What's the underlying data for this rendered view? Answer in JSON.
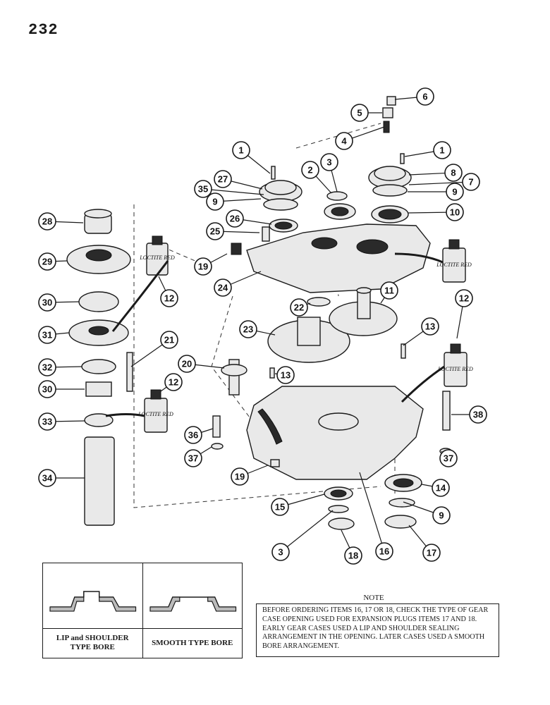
{
  "page_number": "232",
  "callouts": [
    {
      "label": "1"
    },
    {
      "label": "1"
    },
    {
      "label": "2"
    },
    {
      "label": "3"
    },
    {
      "label": "3"
    },
    {
      "label": "4"
    },
    {
      "label": "5"
    },
    {
      "label": "6"
    },
    {
      "label": "7"
    },
    {
      "label": "8"
    },
    {
      "label": "9"
    },
    {
      "label": "9"
    },
    {
      "label": "9"
    },
    {
      "label": "10"
    },
    {
      "label": "11"
    },
    {
      "label": "12"
    },
    {
      "label": "12"
    },
    {
      "label": "12"
    },
    {
      "label": "13"
    },
    {
      "label": "13"
    },
    {
      "label": "14"
    },
    {
      "label": "15"
    },
    {
      "label": "16"
    },
    {
      "label": "17"
    },
    {
      "label": "18"
    },
    {
      "label": "19"
    },
    {
      "label": "19"
    },
    {
      "label": "20"
    },
    {
      "label": "21"
    },
    {
      "label": "22"
    },
    {
      "label": "23"
    },
    {
      "label": "24"
    },
    {
      "label": "25"
    },
    {
      "label": "26"
    },
    {
      "label": "27"
    },
    {
      "label": "28"
    },
    {
      "label": "29"
    },
    {
      "label": "30"
    },
    {
      "label": "30"
    },
    {
      "label": "31"
    },
    {
      "label": "32"
    },
    {
      "label": "33"
    },
    {
      "label": "34"
    },
    {
      "label": "35"
    },
    {
      "label": "36"
    },
    {
      "label": "37"
    },
    {
      "label": "37"
    },
    {
      "label": "38"
    }
  ],
  "bottle_label": "LOCTITE RED",
  "bore_types": [
    {
      "label": "LIP and SHOULDER\nTYPE BORE"
    },
    {
      "label": "SMOOTH TYPE BORE"
    }
  ],
  "note": {
    "title": "NOTE",
    "text": "BEFORE ORDERING ITEMS 16, 17 OR 18, CHECK THE TYPE OF GEAR CASE OPENING USED FOR EXPANSION PLUGS ITEMS 17 AND 18. EARLY GEAR CASES USED A LIP AND SHOULDER SEALING ARRANGEMENT IN THE OPENING. LATER CASES USED A SMOOTH BORE ARRANGEMENT."
  }
}
